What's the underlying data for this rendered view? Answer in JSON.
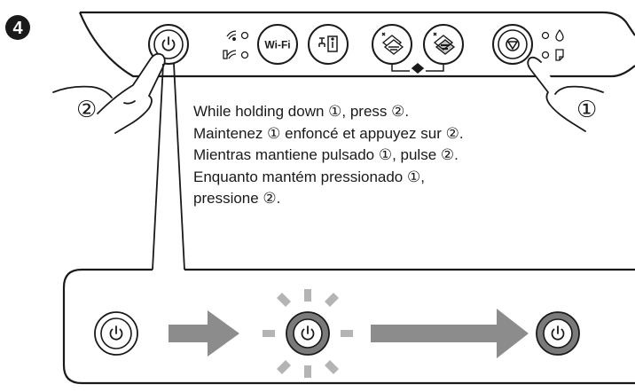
{
  "step_number": "4",
  "callouts": {
    "left": "②",
    "right": "①"
  },
  "control_panel": {
    "wifi_button_label": "Wi-Fi"
  },
  "instructions": [
    "While holding down ①, press ②.",
    "Maintenez ① enfoncé et appuyez sur ②.",
    "Mientras mantiene pulsado ①, pulse ②.",
    "Enquanto mantém pressionado ①,",
    "pressione ②."
  ],
  "colors": {
    "outline": "#1a1a1a",
    "arrow": "#8c8c8c",
    "ray": "#b4b4b4",
    "light_on": "#7a7a7a"
  },
  "icons": [
    "power-icon",
    "wifi-icon",
    "network-status-icon",
    "copy-bw-icon",
    "copy-color-icon",
    "stop-icon",
    "ink-icon",
    "paper-icon",
    "pointing-finger-icon",
    "arrow-right-icon"
  ]
}
